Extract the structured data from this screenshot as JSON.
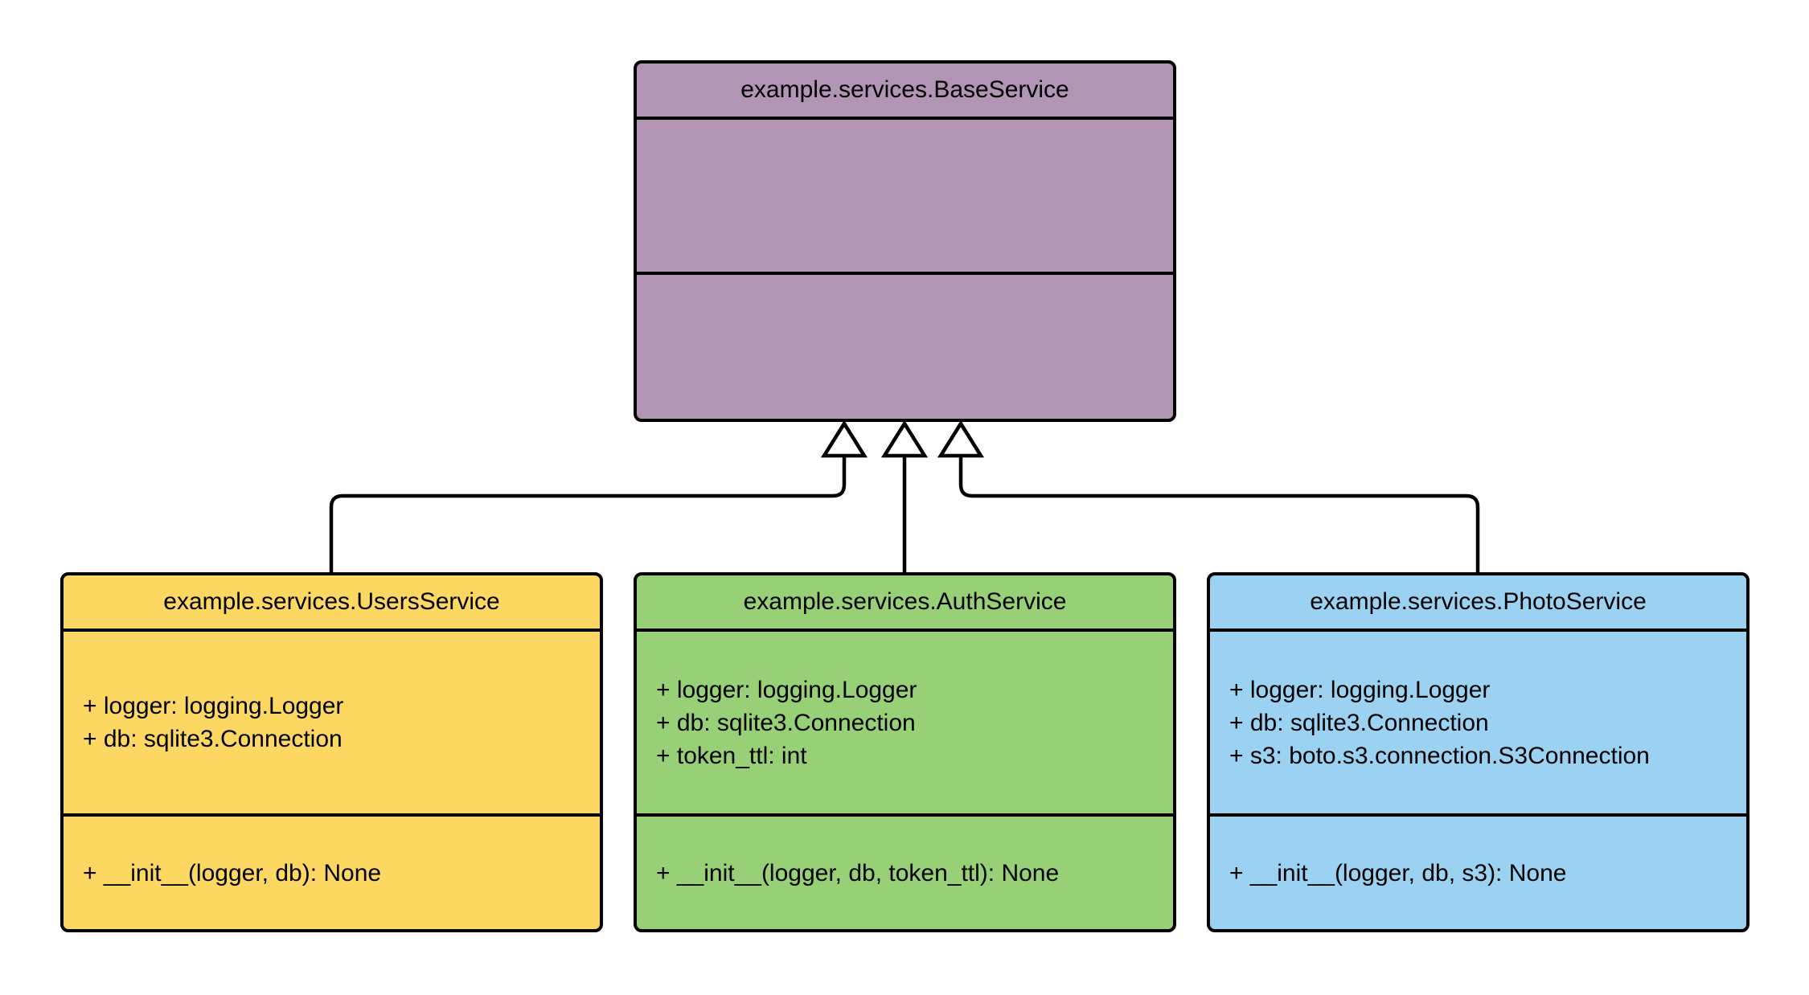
{
  "diagram": {
    "type": "uml-class-diagram",
    "background_color": "#ffffff",
    "stroke_color": "#000000"
  },
  "classes": {
    "base": {
      "title": "example.services.BaseService",
      "fill": "#b294b4",
      "attributes": [],
      "methods": []
    },
    "users": {
      "title": "example.services.UsersService",
      "fill": "#fcd863",
      "attributes": [
        "+ logger: logging.Logger",
        "+ db: sqlite3.Connection"
      ],
      "methods": [
        "+ __init__(logger, db): None"
      ]
    },
    "auth": {
      "title": "example.services.AuthService",
      "fill": "#97d077",
      "attributes": [
        "+ logger: logging.Logger",
        "+ db: sqlite3.Connection",
        "+ token_ttl: int"
      ],
      "methods": [
        "+ __init__(logger, db, token_ttl): None"
      ]
    },
    "photo": {
      "title": "example.services.PhotoService",
      "fill": "#9bd2f2",
      "attributes": [
        "+ logger: logging.Logger",
        "+ db: sqlite3.Connection",
        "+ s3: boto.s3.connection.S3Connection"
      ],
      "methods": [
        "+ __init__(logger, db, s3): None"
      ]
    }
  },
  "relationships": [
    {
      "from": "example.services.UsersService",
      "to": "example.services.BaseService",
      "type": "inheritance"
    },
    {
      "from": "example.services.AuthService",
      "to": "example.services.BaseService",
      "type": "inheritance"
    },
    {
      "from": "example.services.PhotoService",
      "to": "example.services.BaseService",
      "type": "inheritance"
    }
  ]
}
